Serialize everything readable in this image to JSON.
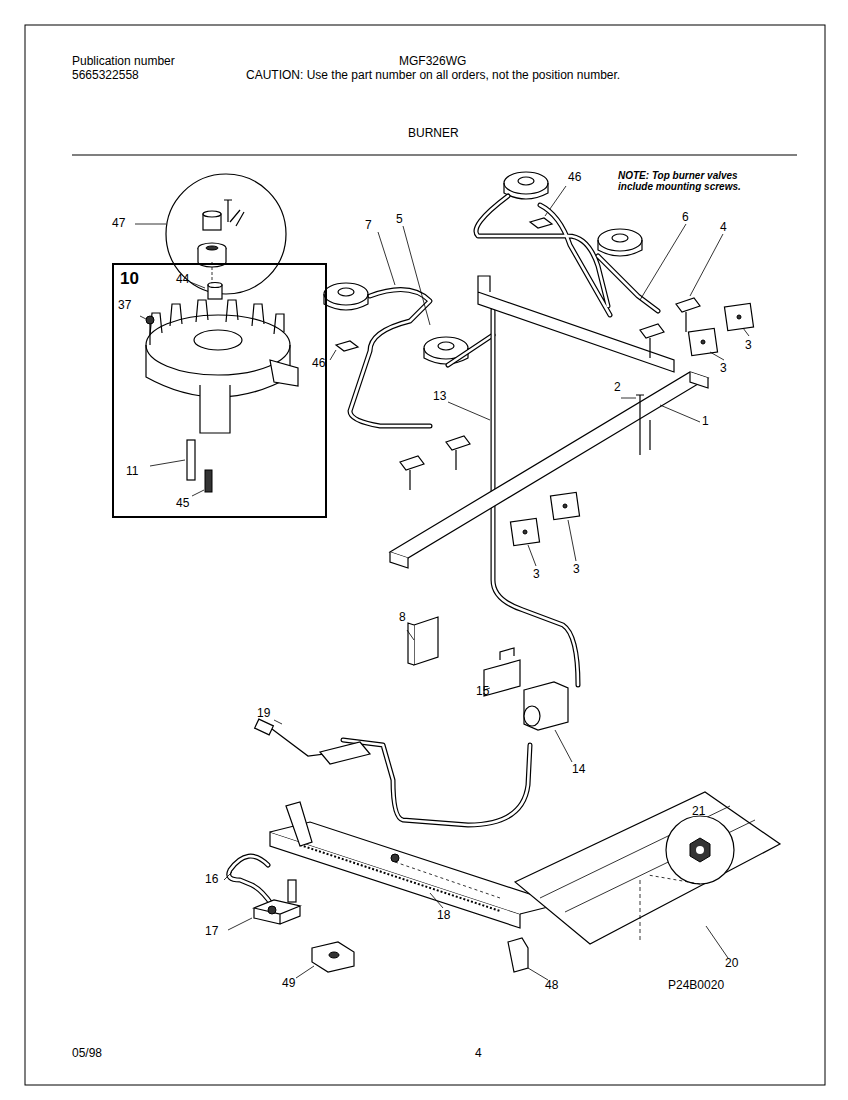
{
  "diagram": {
    "title": "BURNER",
    "nodes": [
      {
        "text": [
          "10"
        ]
      }
    ],
    "labels": [
      "Publication number",
      "5665322558",
      "MGF326WG",
      "CAUTION: Use the part number on all orders, not the position number.",
      "NOTE: Top burner valves include mounting screws.",
      "47",
      "44",
      "37",
      "11",
      "45",
      "7",
      "5",
      "46",
      "46",
      "6",
      "4",
      "3",
      "3",
      "3",
      "3",
      "2",
      "1",
      "13",
      "8",
      "15",
      "14",
      "19",
      "16",
      "17",
      "18",
      "20",
      "21",
      "49",
      "48",
      "P24B0020",
      "05/98",
      "4"
    ]
  }
}
